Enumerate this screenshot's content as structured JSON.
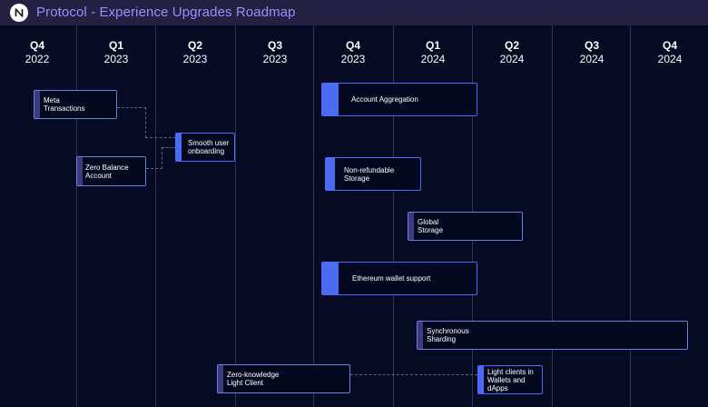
{
  "header": {
    "title": "Protocol - Experience Upgrades Roadmap",
    "logo_letter": "N"
  },
  "columns": [
    {
      "quarter": "Q4",
      "year": "2022"
    },
    {
      "quarter": "Q1",
      "year": "2023"
    },
    {
      "quarter": "Q2",
      "year": "2023"
    },
    {
      "quarter": "Q3",
      "year": "2023"
    },
    {
      "quarter": "Q4",
      "year": "2023"
    },
    {
      "quarter": "Q1",
      "year": "2024"
    },
    {
      "quarter": "Q2",
      "year": "2024"
    },
    {
      "quarter": "Q3",
      "year": "2024"
    },
    {
      "quarter": "Q4",
      "year": "2024"
    }
  ],
  "items": [
    {
      "label": "Meta\nTransactions"
    },
    {
      "label": "Zero Balance\nAccount"
    },
    {
      "label": "Smooth user\nonboarding"
    },
    {
      "label": "Account Aggregation"
    },
    {
      "label": "Non-refundable\nStorage"
    },
    {
      "label": "Global\nStorage"
    },
    {
      "label": "Ethereum wallet support"
    },
    {
      "label": "Synchronous\nSharding"
    },
    {
      "label": "Zero-knowledge\nLight Client"
    },
    {
      "label": "Light clients  in\nWallets and\ndApps"
    }
  ],
  "colors": {
    "background": "#060a23",
    "header": "#242042",
    "title": "#9d8cff",
    "accent_bright": "#4b6cf2",
    "accent_dim": "#3d3a82"
  }
}
